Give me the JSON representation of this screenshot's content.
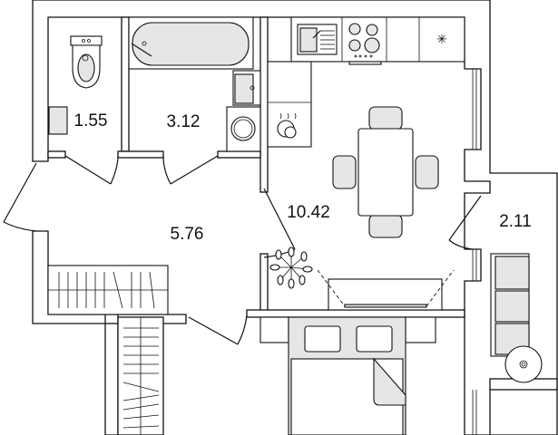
{
  "plan": {
    "rooms": [
      {
        "id": "toilet",
        "area": "1.55"
      },
      {
        "id": "bathroom",
        "area": "3.12"
      },
      {
        "id": "kitchen-living",
        "area": "10.42"
      },
      {
        "id": "hallway",
        "area": "5.76"
      },
      {
        "id": "balcony",
        "area": "2.11"
      }
    ]
  },
  "colors": {
    "wall": "#111111",
    "furniture_fill": "#e6e6e6"
  }
}
